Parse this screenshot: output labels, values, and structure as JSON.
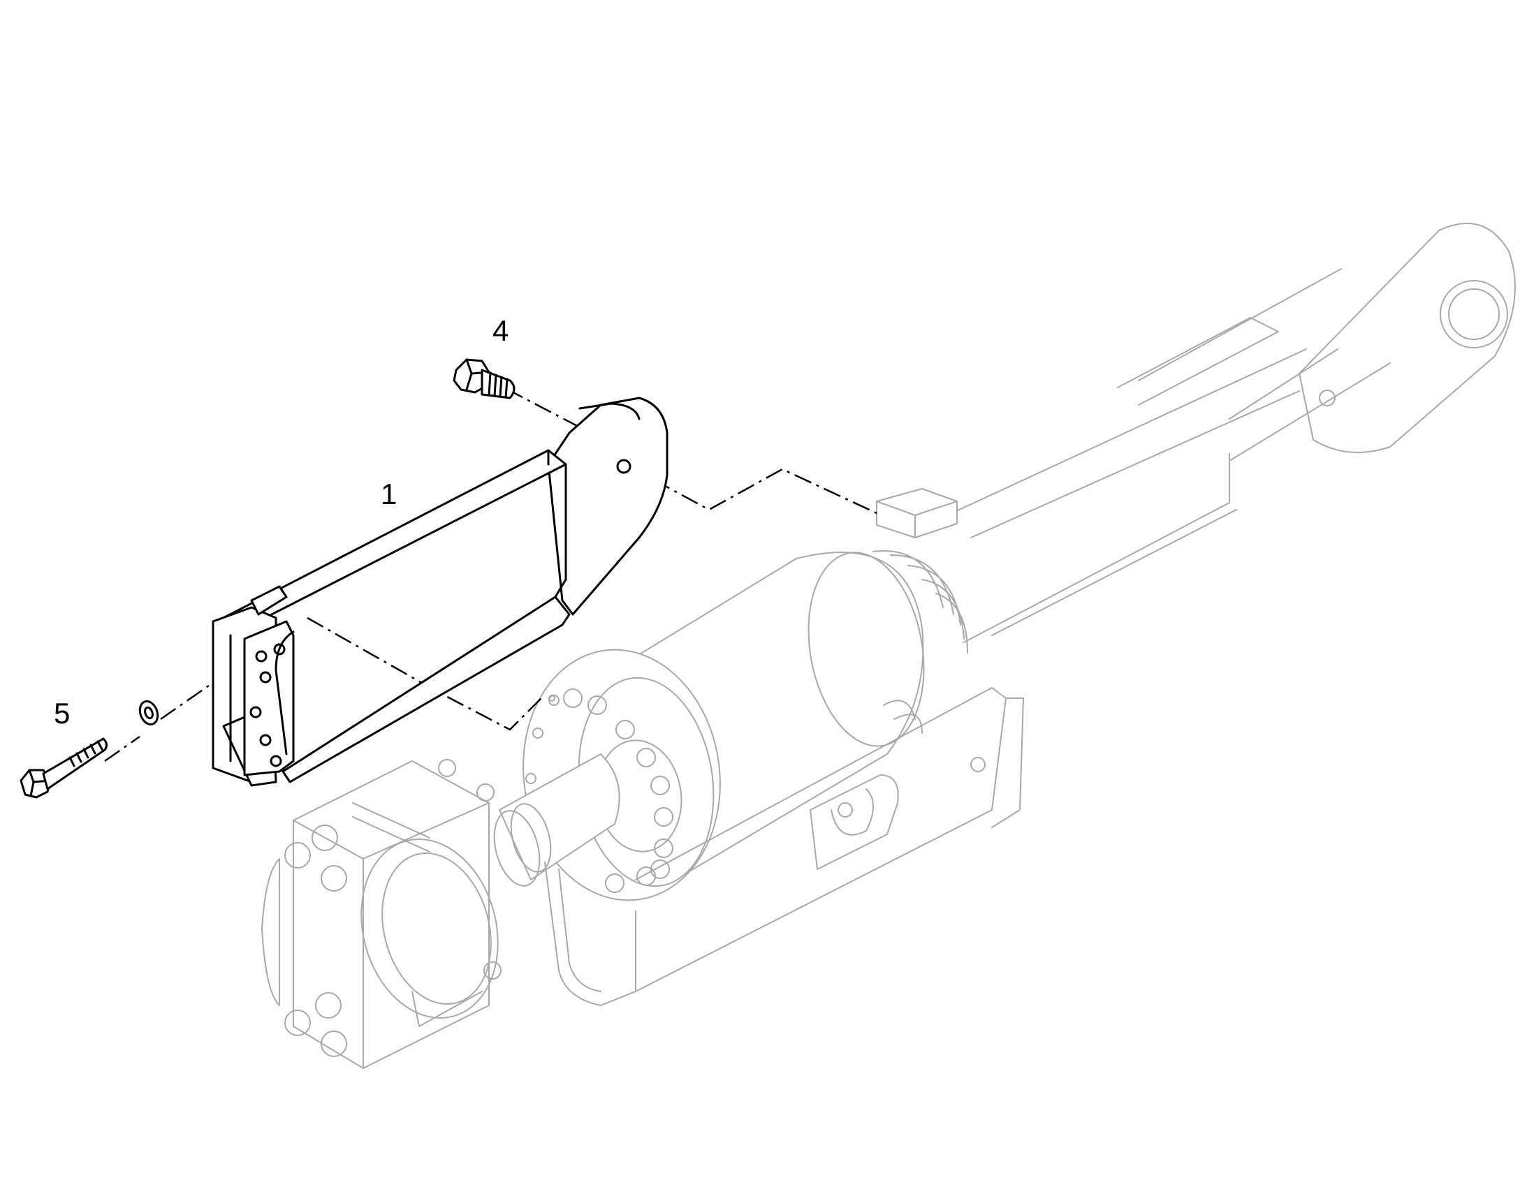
{
  "callouts": {
    "part_1": "1",
    "part_4": "4",
    "part_5": "5"
  },
  "colors": {
    "highlighted_parts": "#000000",
    "background_assembly": "#a8a8a8",
    "background": "#ffffff"
  }
}
